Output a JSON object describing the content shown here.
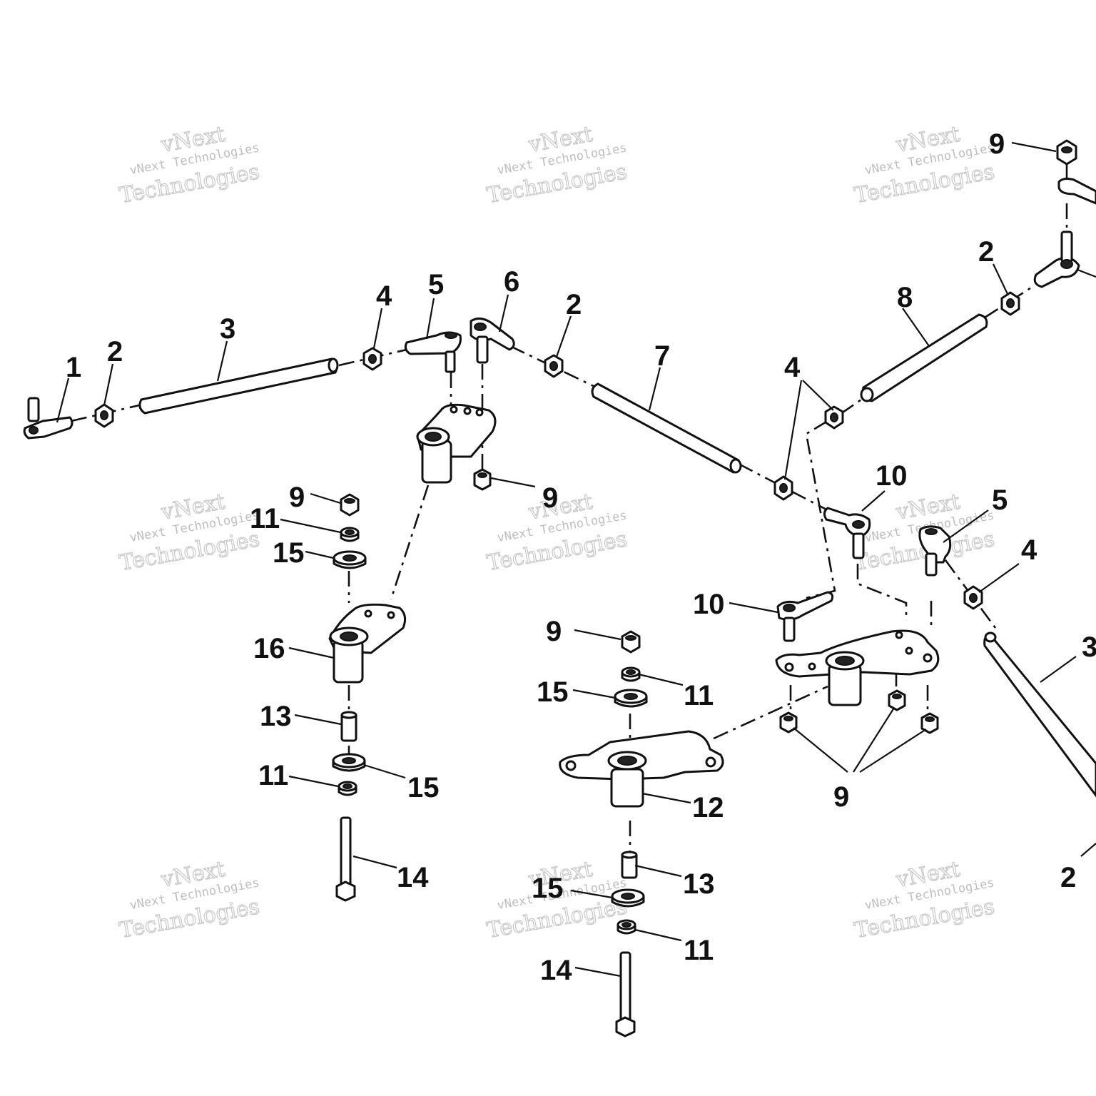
{
  "callouts": {
    "c1": "1",
    "c2a": "2",
    "c3a": "3",
    "c4a": "4",
    "c5a": "5",
    "c6": "6",
    "c2b": "2",
    "c7": "7",
    "c4b": "4",
    "c8": "8",
    "c2c": "2",
    "c9a": "9",
    "c9b": "9",
    "c9c": "9",
    "c11a": "11",
    "c15a": "15",
    "c16": "16",
    "c13a": "13",
    "c11b": "11",
    "c15b": "15",
    "c14a": "14",
    "c10a": "10",
    "c10b": "10",
    "c5b": "5",
    "c4c": "4",
    "c3b": "3",
    "c9d": "9",
    "c15c": "15",
    "c11c": "11",
    "c12": "12",
    "c13b": "13",
    "c15d": "15",
    "c11d": "11",
    "c14b": "14",
    "c9e": "9",
    "c2d": "2"
  },
  "watermark": {
    "line1": "vNext Technologies",
    "line2": "vNext",
    "line3": "Technologies"
  }
}
